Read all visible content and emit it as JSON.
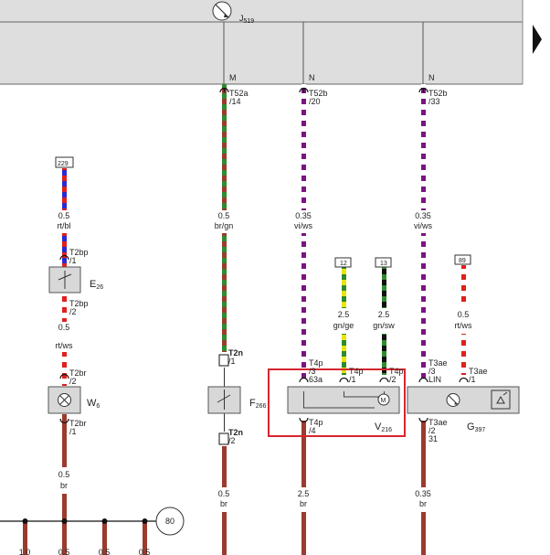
{
  "header": {
    "control_unit": "J",
    "control_unit_sub": "519"
  },
  "pin_letters": [
    "M",
    "N",
    "N"
  ],
  "connectors": {
    "t52a_14": [
      "T52a",
      "/14"
    ],
    "t52b_20": [
      "T52b",
      "/20"
    ],
    "t52b_33": [
      "T52b",
      "/33"
    ],
    "t2bp_1": [
      "T2bp",
      "/1"
    ],
    "t2bp_2": [
      "T2bp",
      "/2"
    ],
    "t2br_2": [
      "T2br",
      "/2"
    ],
    "t2br_1": [
      "T2br",
      "/1"
    ],
    "t2n_1": [
      "T2n",
      "/1"
    ],
    "t2n_2": [
      "T2n",
      "/2"
    ],
    "t4p_3": [
      "T4p",
      "/3"
    ],
    "t4p_1": [
      "T4p",
      "/1"
    ],
    "t4p_2": [
      "T4p",
      "/2"
    ],
    "t4p_4": [
      "T4p",
      "/4"
    ],
    "t3ae_3": [
      "T3ae",
      "/3"
    ],
    "t3ae_1": [
      "T3ae",
      "/1"
    ],
    "t3ae_2": [
      "T3ae",
      "/2"
    ],
    "lin": "LIN",
    "b3a": "63a",
    "ref_31": "31"
  },
  "wires": {
    "red_blue": [
      "0.5",
      "rt/bl"
    ],
    "red_white_1": [
      "0.5",
      "rt/ws"
    ],
    "brown_left": [
      "0.5",
      "br"
    ],
    "brown_green": [
      "0.5",
      "br/gn"
    ],
    "violet_white_1": [
      "0.35",
      "vi/ws"
    ],
    "green_yellow": [
      "2.5",
      "gn/ge"
    ],
    "green_black": [
      "2.5",
      "gn/sw"
    ],
    "violet_white_2": [
      "0.35",
      "vi/ws"
    ],
    "red_white_2": [
      "0.5",
      "rt/ws"
    ],
    "brown_f": [
      "0.5",
      "br"
    ],
    "brown_v": [
      "2.5",
      "br"
    ],
    "brown_g": [
      "0.35",
      "br"
    ]
  },
  "components": {
    "e26": [
      "E",
      "26"
    ],
    "w6": [
      "W",
      "6"
    ],
    "f266": [
      "F",
      "266"
    ],
    "v216": [
      "V",
      "216"
    ],
    "g397": [
      "G",
      "397"
    ]
  },
  "references": [
    "229",
    "12",
    "13",
    "89"
  ],
  "ground_reference": "80",
  "bottom_labels": [
    "1.0",
    "0.5",
    "0.5",
    "0.5"
  ],
  "colors": {
    "brown": "#9b3b2e",
    "red": "#e0201c",
    "blue": "#2a2ad0",
    "green": "#2e8b2e",
    "violet": "#7a1480",
    "white": "#ffffff",
    "yellow": "#e6e60a",
    "black": "#111111",
    "highlight": "#d6262e",
    "panel": "#dedede"
  }
}
